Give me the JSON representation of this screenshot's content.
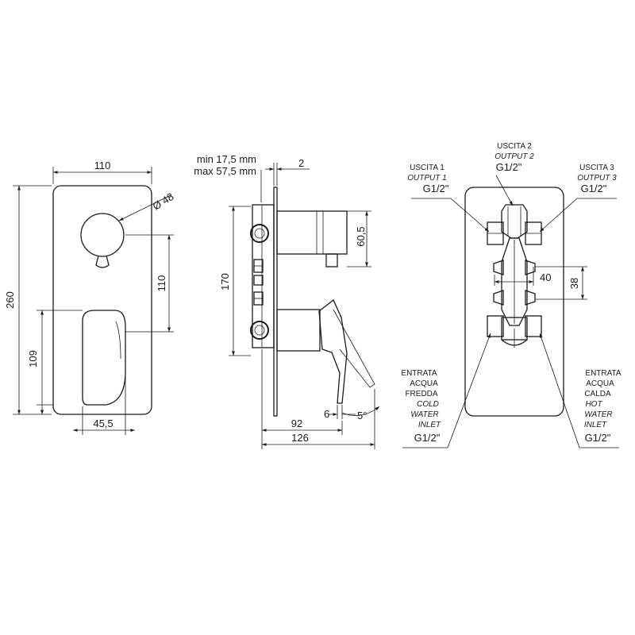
{
  "front_view": {
    "width": "110",
    "height": "260",
    "knob_diameter": "Ø 48",
    "knob_spacing": "110",
    "lever_height": "109",
    "lever_width": "45,5"
  },
  "side_view": {
    "depth_min": "min 17,5 mm",
    "depth_max": "max 57,5 mm",
    "plate_thickness": "2",
    "cartridge_height": "60,5",
    "body_height": "170",
    "lever_offset": "6",
    "lever_angle": "5°",
    "body_depth": "92",
    "total_depth": "126"
  },
  "rear_view": {
    "output1": {
      "it": "USCITA 1",
      "en": "OUTPUT 1",
      "thread": "G1/2\""
    },
    "output2": {
      "it": "USCITA 2",
      "en": "OUTPUT 2",
      "thread": "G1/2\""
    },
    "output3": {
      "it": "USCITA 3",
      "en": "OUTPUT 3",
      "thread": "G1/2\""
    },
    "port_spacing": "40",
    "port_height": "38",
    "cold_inlet": {
      "line1": "ENTRATA",
      "line2": "ACQUA",
      "line3": "FREDDA",
      "line4": "COLD",
      "line5": "WATER",
      "line6": "INLET",
      "thread": "G1/2\""
    },
    "hot_inlet": {
      "line1": "ENTRATA",
      "line2": "ACQUA",
      "line3": "CALDA",
      "line4": "HOT",
      "line5": "WATER",
      "line6": "INLET",
      "thread": "G1/2\""
    }
  }
}
